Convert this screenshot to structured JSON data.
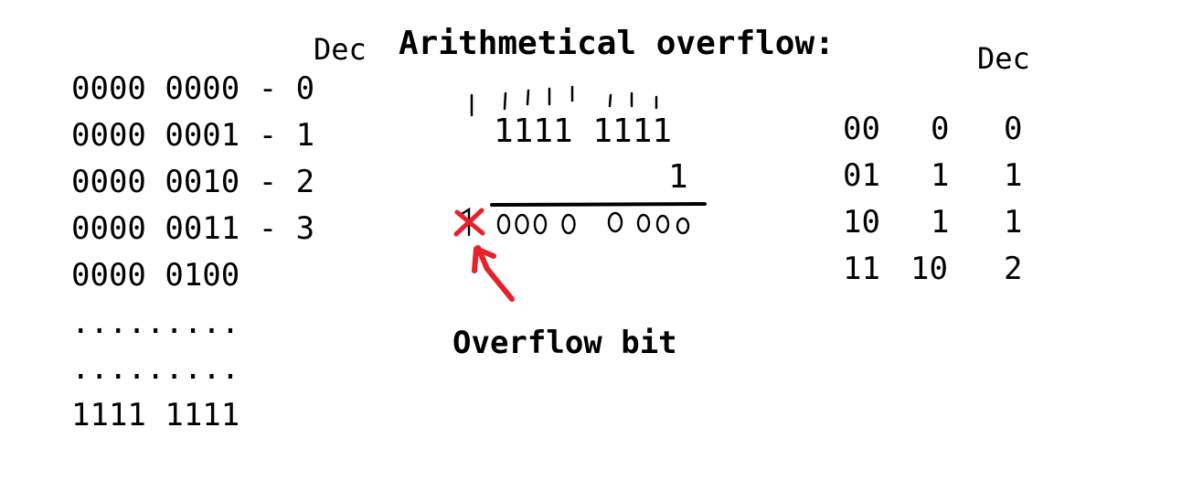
{
  "title": "Arithmetical overflow:",
  "left_column": {
    "dec_header": "Dec",
    "rows": [
      "0000 0000 - 0",
      "0000 0001 - 1",
      "0000 0010 - 2",
      "0000 0011 - 3",
      "0000 0100",
      ".........",
      ".........",
      "1111 1111"
    ]
  },
  "addition": {
    "addend_1": "1111 1111",
    "addend_2": "1",
    "carry_marks": "| | | | |   | | |",
    "result_handwritten": "1 0000 0000",
    "overflow_label": "Overflow bit",
    "annotation_color": "#e8202a"
  },
  "right_table": {
    "dec_header": "Dec",
    "rows": [
      [
        "00",
        "0",
        "0"
      ],
      [
        "01",
        "1",
        "1"
      ],
      [
        "10",
        "1",
        "1"
      ],
      [
        "11",
        "10",
        "2"
      ]
    ]
  }
}
